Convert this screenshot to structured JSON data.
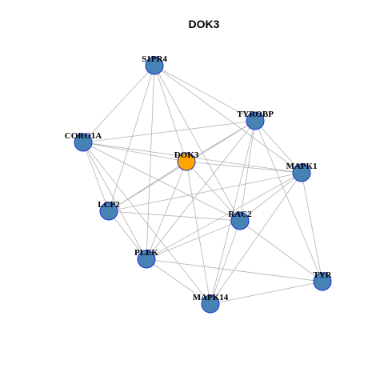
{
  "title": "DOK3",
  "colors": {
    "hub_fill": "#FFA500",
    "node_fill": "#4682B4",
    "node_stroke": "#1a2fd6",
    "edge": "#b3b3b3"
  },
  "nodes": [
    {
      "id": "S1PR4",
      "label": "S1PR4",
      "hub": false
    },
    {
      "id": "TYROBP",
      "label": "TYROBP",
      "hub": false
    },
    {
      "id": "CORO1A",
      "label": "CORO1A",
      "hub": false
    },
    {
      "id": "DOK3",
      "label": "DOK3",
      "hub": true
    },
    {
      "id": "MAPK1",
      "label": "MAPK1",
      "hub": false
    },
    {
      "id": "LCP2",
      "label": "LCP2",
      "hub": false
    },
    {
      "id": "RAC2",
      "label": "RAC2",
      "hub": false
    },
    {
      "id": "PLEK",
      "label": "PLEK",
      "hub": false
    },
    {
      "id": "TYR",
      "label": "TYR",
      "hub": false
    },
    {
      "id": "MAPK14",
      "label": "MAPK14",
      "hub": false
    }
  ],
  "edges": [
    [
      "S1PR4",
      "TYROBP"
    ],
    [
      "S1PR4",
      "CORO1A"
    ],
    [
      "S1PR4",
      "DOK3"
    ],
    [
      "S1PR4",
      "MAPK1"
    ],
    [
      "S1PR4",
      "LCP2"
    ],
    [
      "S1PR4",
      "RAC2"
    ],
    [
      "S1PR4",
      "PLEK"
    ],
    [
      "TYROBP",
      "CORO1A"
    ],
    [
      "TYROBP",
      "DOK3"
    ],
    [
      "TYROBP",
      "MAPK1"
    ],
    [
      "TYROBP",
      "LCP2"
    ],
    [
      "TYROBP",
      "RAC2"
    ],
    [
      "TYROBP",
      "PLEK"
    ],
    [
      "TYROBP",
      "TYR"
    ],
    [
      "TYROBP",
      "MAPK14"
    ],
    [
      "CORO1A",
      "DOK3"
    ],
    [
      "CORO1A",
      "MAPK1"
    ],
    [
      "CORO1A",
      "LCP2"
    ],
    [
      "CORO1A",
      "RAC2"
    ],
    [
      "CORO1A",
      "PLEK"
    ],
    [
      "CORO1A",
      "MAPK14"
    ],
    [
      "DOK3",
      "MAPK1"
    ],
    [
      "DOK3",
      "LCP2"
    ],
    [
      "DOK3",
      "RAC2"
    ],
    [
      "DOK3",
      "PLEK"
    ],
    [
      "DOK3",
      "MAPK14"
    ],
    [
      "MAPK1",
      "LCP2"
    ],
    [
      "MAPK1",
      "RAC2"
    ],
    [
      "MAPK1",
      "PLEK"
    ],
    [
      "MAPK1",
      "TYR"
    ],
    [
      "MAPK1",
      "MAPK14"
    ],
    [
      "LCP2",
      "RAC2"
    ],
    [
      "LCP2",
      "PLEK"
    ],
    [
      "RAC2",
      "PLEK"
    ],
    [
      "RAC2",
      "TYR"
    ],
    [
      "RAC2",
      "MAPK14"
    ],
    [
      "PLEK",
      "TYR"
    ],
    [
      "PLEK",
      "MAPK14"
    ],
    [
      "TYR",
      "MAPK14"
    ]
  ]
}
